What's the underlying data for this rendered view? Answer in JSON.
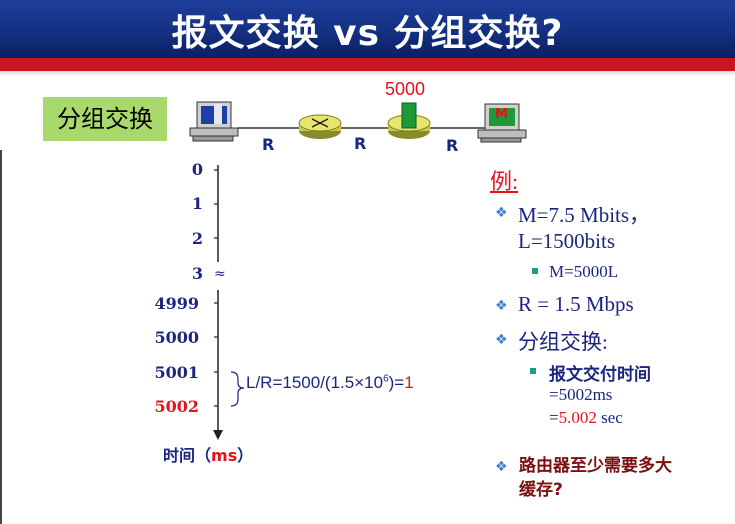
{
  "header": {
    "title": "报文交换 vs 分组交换?"
  },
  "tag": {
    "label": "分组交换"
  },
  "network": {
    "router_label": "R",
    "top_number": "5000",
    "dest_label": "M"
  },
  "timeline": {
    "ticks": [
      "0",
      "1",
      "2",
      "3",
      "4999",
      "5000",
      "5001",
      "5002"
    ],
    "approx_symbol": "≈",
    "formula_main": "L/R=1500/(1.5×10",
    "formula_exp": "6",
    "formula_tail": ")=",
    "formula_result": "1",
    "axis_label_prefix": "时间（",
    "axis_label_unit": "ms",
    "axis_label_suffix": "）"
  },
  "example": {
    "title": "例:",
    "b1_line1": "M=7.5 Mbits，",
    "b1_line2": "L=1500bits",
    "b1_sub": "M=5000L",
    "b2": "R = 1.5 Mbps",
    "b3": "分组交换:",
    "b3_sub_title": "报文交付时间",
    "b3_sub_line1": "=5002ms",
    "b3_sub_line2_eq": "=",
    "b3_sub_line2_val": "5.002",
    "b3_sub_line2_unit": " sec",
    "q_line1": "路由器至少需要多大",
    "q_line2": "缓存?"
  },
  "colors": {
    "header_blue": "#143082",
    "accent_red": "#c8161e",
    "tag_green": "#a9d86b",
    "text_navy": "#1a2680"
  }
}
